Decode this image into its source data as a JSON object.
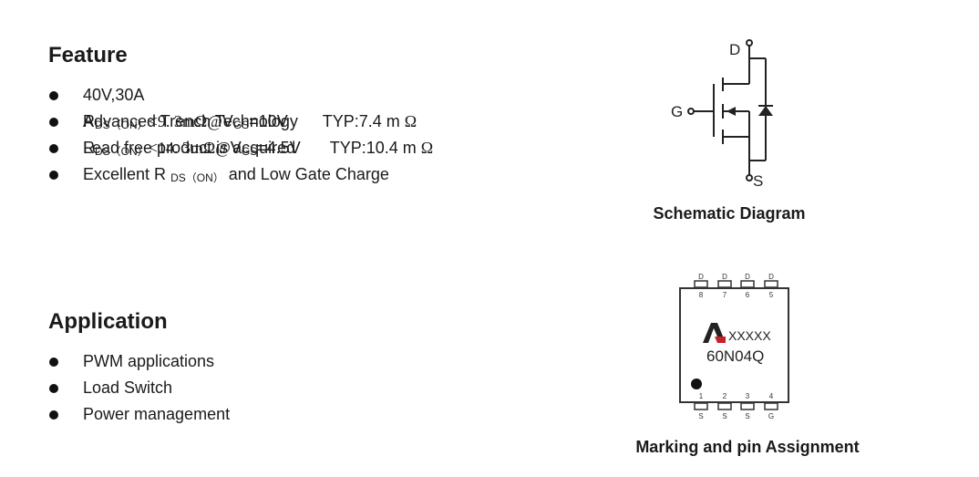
{
  "feature": {
    "title": "Feature",
    "item1": "40V,30A",
    "rds1": {
      "r": "R",
      "sub": "DS（ON）",
      "lt": "<9. 3m",
      "omega": "Ω",
      "at": "@",
      "v": "V",
      "vsub": "GS",
      "cond": "=10V",
      "typ_label": "TYP:7.4 m",
      "typ_omega": "Ω"
    },
    "rds2": {
      "r": "R",
      "sub": "DS（ON）",
      "lt": "<14. 3m",
      "omega": "Ω",
      "at": "@",
      "v": "V",
      "vsub": "GS",
      "cond": "=4.5V",
      "typ_label": "TYP:10.4 m",
      "typ_omega": "Ω"
    },
    "item2": "Advanced Trench Technology",
    "item3": "Lead free product is acquired",
    "item4": {
      "pre": "Excellent R",
      "sub": "DS（ON）",
      "post": "and Low Gate Charge"
    }
  },
  "application": {
    "title": "Application",
    "items": [
      "PWM applications",
      "Load Switch",
      "Power management"
    ]
  },
  "schematic": {
    "caption": "Schematic Diagram",
    "pin_d": "D",
    "pin_g": "G",
    "pin_s": "S"
  },
  "package": {
    "caption": "Marking and pin Assignment",
    "logo_icon": "logo-a-icon",
    "line1": "XXXXX",
    "line2": "60N04Q",
    "top_pins": [
      {
        "num": "8",
        "name": "D"
      },
      {
        "num": "7",
        "name": "D"
      },
      {
        "num": "6",
        "name": "D"
      },
      {
        "num": "5",
        "name": "D"
      }
    ],
    "bottom_pins": [
      {
        "num": "1",
        "name": "S"
      },
      {
        "num": "2",
        "name": "S"
      },
      {
        "num": "3",
        "name": "S"
      },
      {
        "num": "4",
        "name": "G"
      }
    ],
    "colors": {
      "logo_red": "#c8202a",
      "logo_dark": "#222222"
    }
  }
}
